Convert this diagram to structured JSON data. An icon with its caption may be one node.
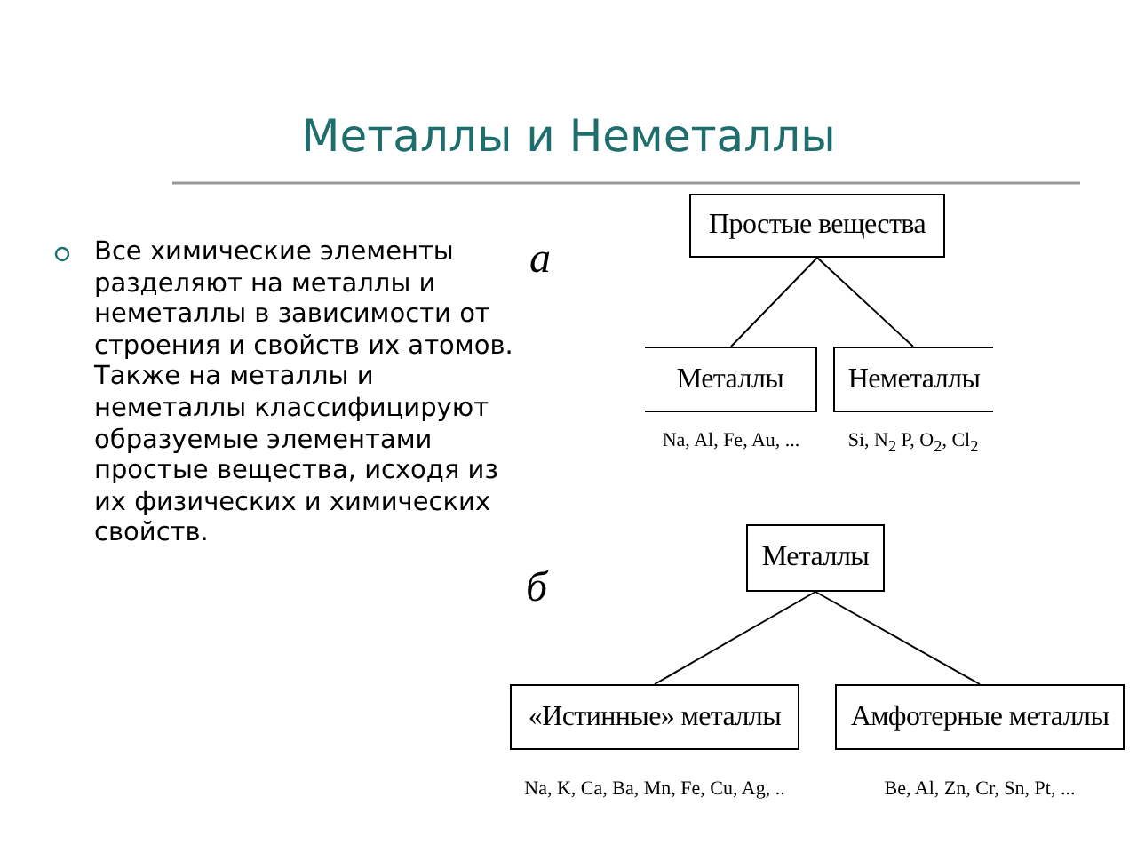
{
  "diagram": {
    "title": "Металлы и Неметаллы",
    "nodes": [
      {
        "text": [
          "Простые вещества"
        ]
      },
      {
        "text": [
          "Металлы"
        ],
        "beside": [
          "Na, Al, Fe, Au, ..."
        ]
      },
      {
        "text": [
          "Неметаллы"
        ],
        "beside": [
          "Si, N$_{2}$ P, O$_{2}$, Cl$_{2}$"
        ]
      },
      {
        "text": [
          "Металлы"
        ]
      },
      {
        "text": [
          "«Истинные» металлы"
        ],
        "beside": [
          "Na, K, Ca, Ba, Mn, Fe, Cu, Ag, .."
        ]
      },
      {
        "text": [
          "Амфотерные металлы"
        ],
        "beside": [
          "Be, Al, Zn, Cr, Sn, Pt, ..."
        ]
      }
    ],
    "edges": [
      {
        "from": 0,
        "to": 1,
        "arrow": "none"
      },
      {
        "from": 0,
        "to": 2,
        "arrow": "none"
      },
      {
        "from": 3,
        "to": 4,
        "arrow": "none"
      },
      {
        "from": 3,
        "to": 5,
        "arrow": "none"
      }
    ],
    "labels": [
      "Все химические элементы разделяют на металлы и неметаллы в зависимости от строения и свойств их атомов. Также на металлы и неметаллы классифицируют образуемые элементами простые вещества, исходя из их физических и химических свойств.",
      "а",
      "б"
    ]
  }
}
